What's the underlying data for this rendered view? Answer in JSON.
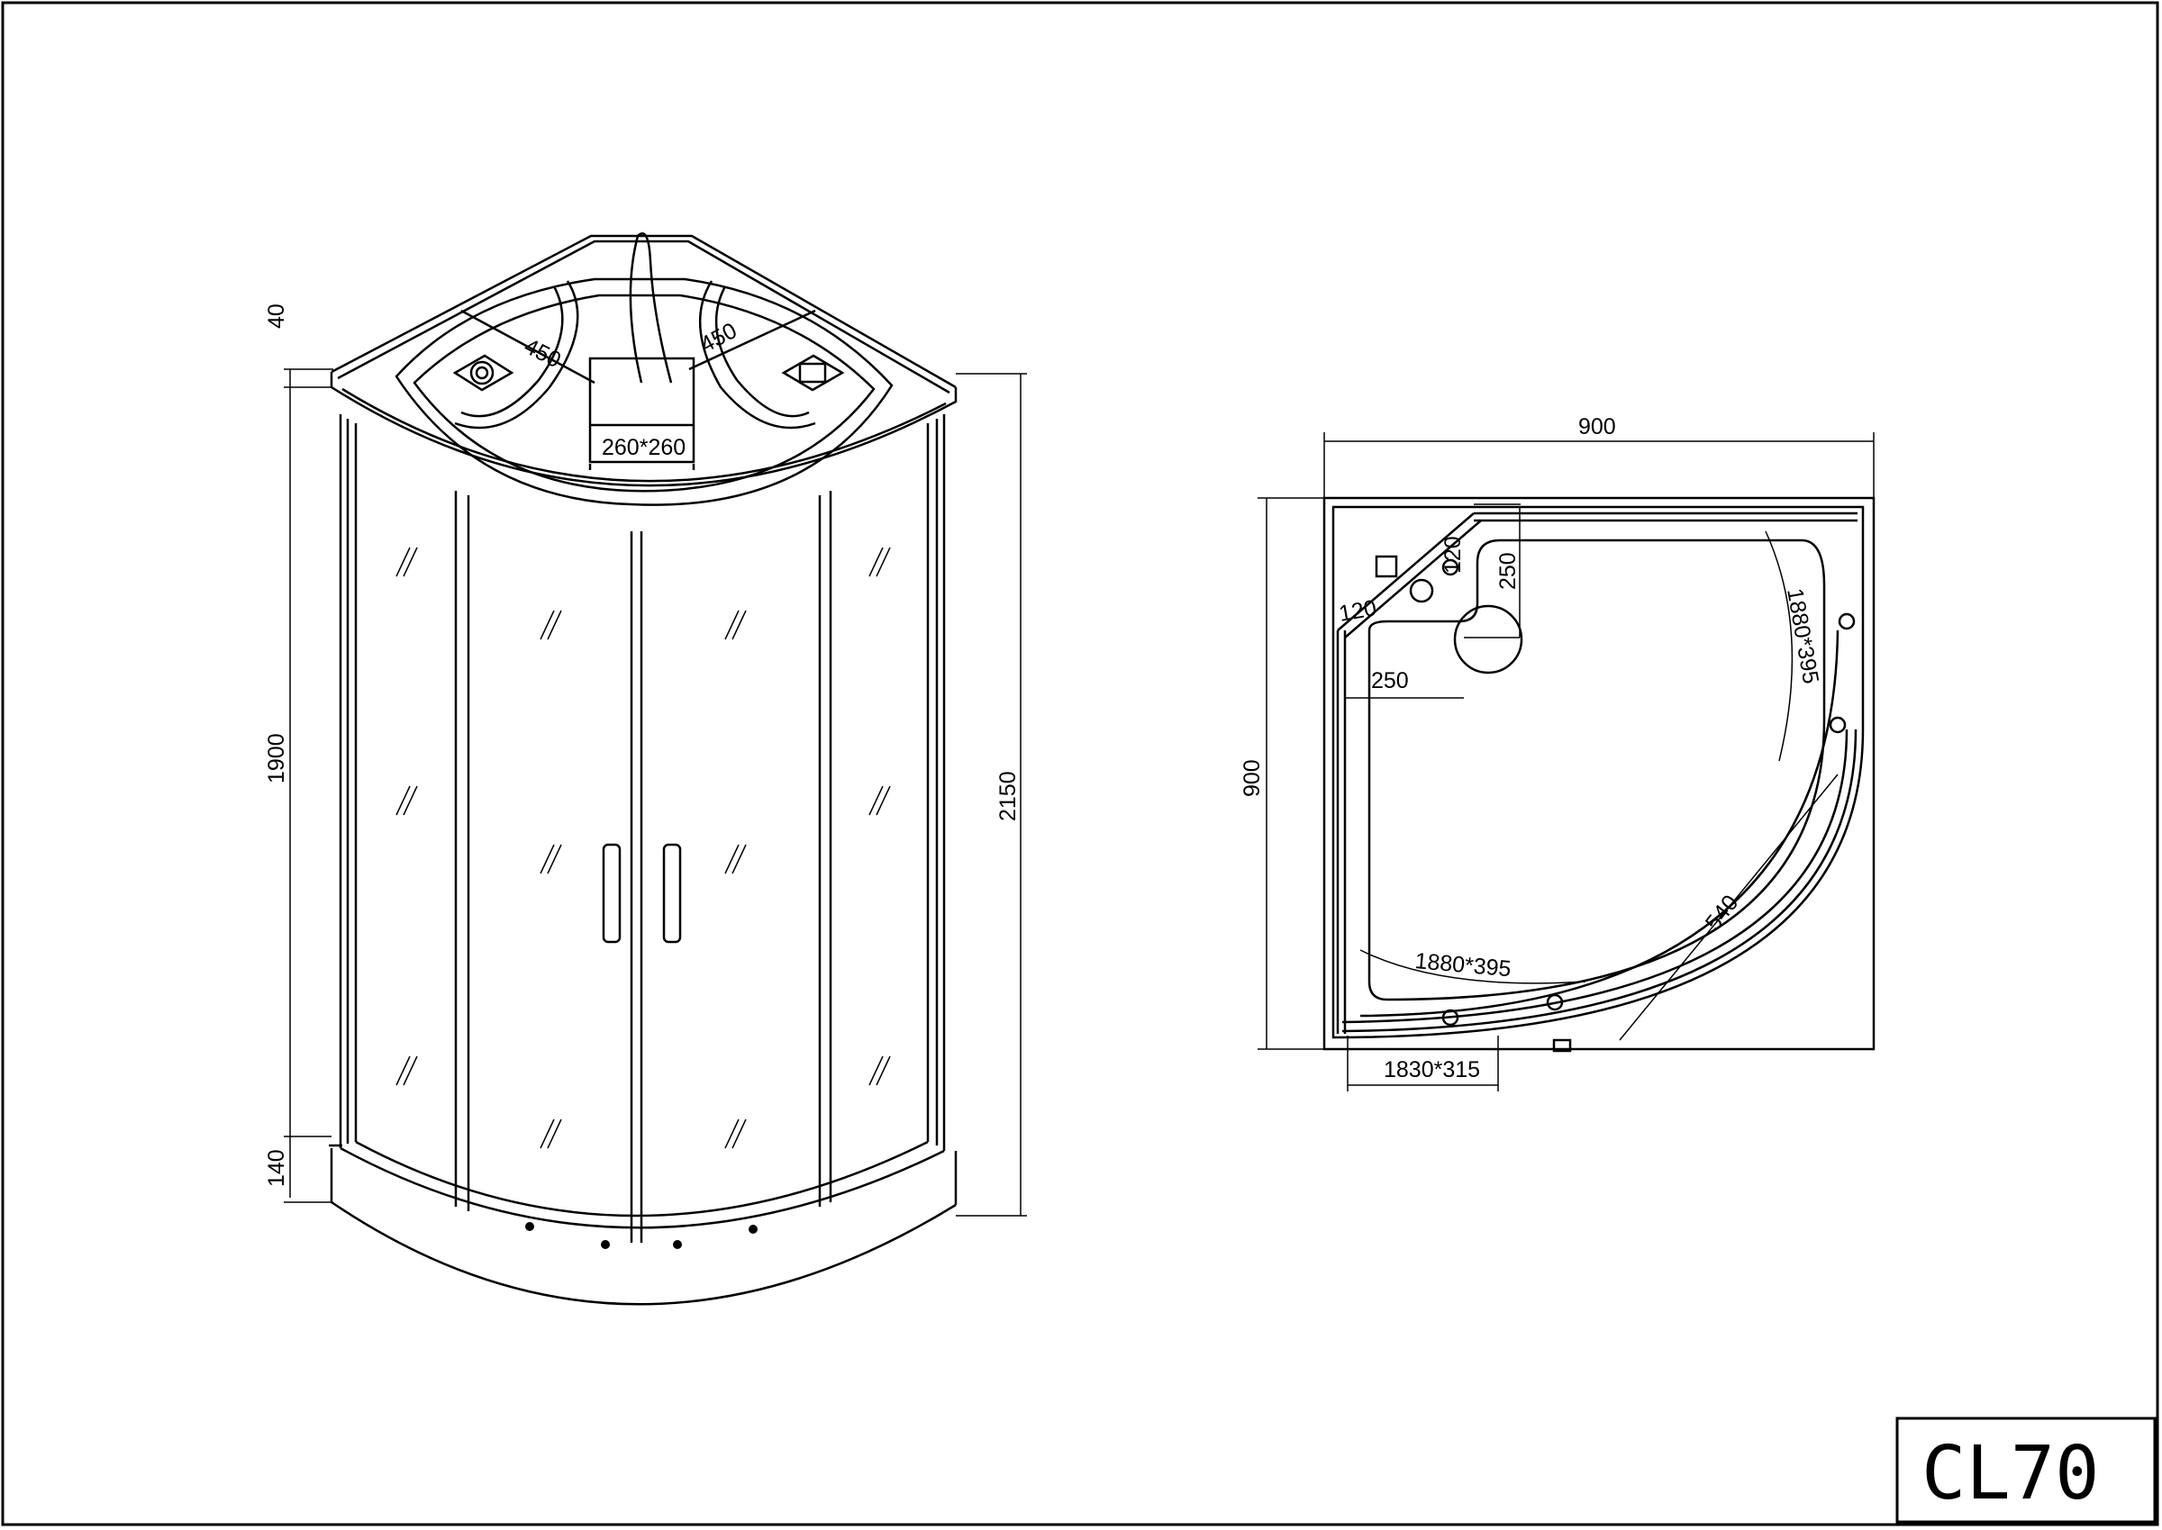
{
  "title_block": {
    "model": "CL70"
  },
  "front_view": {
    "top_depth_a": "450",
    "top_depth_b": "450",
    "roof_opening": "260*260",
    "roof_height": "40",
    "door_height": "1900",
    "tray_height": "140",
    "total_height": "2150"
  },
  "plan_view": {
    "width": "900",
    "depth": "900",
    "corner_offset_a": "120",
    "corner_offset_b": "120",
    "drain_offset_y": "250",
    "drain_offset_x": "250",
    "fixed_panel_right": "1880*395",
    "fixed_panel_bottom": "1880*395",
    "back_panel": "1830*315",
    "radius": "540"
  }
}
